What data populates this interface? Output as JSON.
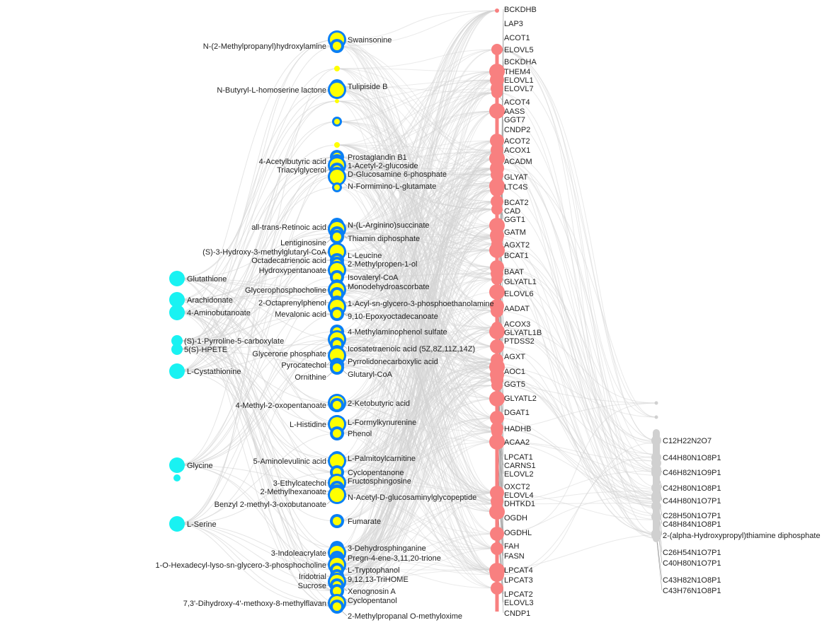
{
  "colors": {
    "left_node": "#19F2F2",
    "middle_ring": "#0A7FF5",
    "middle_fill": "#FFFF00",
    "right_node": "#F88080",
    "far_right_node": "#D0D0D0",
    "edge": "#D3D3D3"
  },
  "left_nodes": [
    "Glutathione",
    "Arachidonate",
    "4-Aminobutanoate",
    "(S)-1-Pyrroline-5-carboxylate",
    "5(S)-HPETE",
    "L-Cystathionine",
    "Glycine",
    "L-Serine"
  ],
  "middle_nodes": [
    "Swainsonine",
    "N-(2-Methylpropanyl)hydroxylamine",
    "Tulipiside B",
    "N-Butyryl-L-homoserine lactone",
    "Prostaglandin B1",
    "4-Acetylbutyric acid",
    "1-Acetyl-2-glucoside",
    "Triacylglycerol",
    "D-Glucosamine 6-phosphate",
    "N-Formimino-L-glutamate",
    "N-(L-Arginino)succinate",
    "all-trans-Retinoic acid",
    "Thiamin diphosphate",
    "Lentiginosine",
    "L-Leucine",
    "(S)-3-Hydroxy-3-methylglutaryl-CoA",
    "Octadecatrienoic acid",
    "2-Methylpropen-1-ol",
    "Hydroxypentanoate",
    "Isovaleryl-CoA",
    "Monodehydroascorbate",
    "Glycerophosphocholine",
    "1-Acyl-sn-glycero-3-phosphoethanolamine",
    "2-Octaprenylphenol",
    "9,10-Epoxyoctadecanoate",
    "Mevalonic acid",
    "4-Methylaminophenol sulfate",
    "Icosatetraenoic acid (5Z,8Z,11Z,14Z)",
    "Glycerone phosphate",
    "Pyrrolidonecarboxylic acid",
    "Pyrocatechol",
    "Glutaryl-CoA",
    "Ornithine",
    "2-Ketobutyric acid",
    "4-Methyl-2-oxopentanoate",
    "L-Formylkynurenine",
    "L-Histidine",
    "Phenol",
    "L-Palmitoylcarnitine",
    "5-Aminolevulinic acid",
    "Cyclopentanone",
    "Fructosphingosine",
    "3-Ethylcatechol",
    "N-Acetyl-D-glucosaminylglycopeptide",
    "2-Methylhexanoate",
    "Benzyl 2-methyl-3-oxobutanoate",
    "Fumarate",
    "3-Dehydrosphinganine",
    "3-Indoleacrylate",
    "Pregn-4-ene-3,11,20-trione",
    "L-Tryptophanol",
    "1-O-Hexadecyl-lyso-sn-glycero-3-phosphocholine",
    "9,12,13-TriHOME",
    "Iridotrial",
    "Xenognosin A",
    "Sucrose",
    "Cyclopentanol",
    "7,3'-Dihydroxy-4'-methoxy-8-methylflavan",
    "2-Methylpropanal O-methyloxime"
  ],
  "right_nodes": [
    "ELOVL5",
    "THEM4",
    "ELOVL1",
    "ELOVL7",
    "ACOT4",
    "AASS",
    "ACOT2",
    "ACOX1",
    "ACADM",
    "GLYAT",
    "LTC4S",
    "BCAT2",
    "GGT1",
    "GATM",
    "AGXT2",
    "CAD",
    "BCAT1",
    "BAAT",
    "GLYATL1",
    "ELOVL6",
    "AADAT",
    "ACOX3",
    "PTDSS2",
    "AGXT",
    "AOC1",
    "GGT5",
    "GLYATL2",
    "DGAT1",
    "HADHB",
    "ACAA2",
    "LPCAT1",
    "GLYATL1B",
    "ELOVL2",
    "OXCT2",
    "DHTKD1",
    "OGDH",
    "OGDHL",
    "FAH",
    "FASN",
    "CARNS1",
    "LPCAT4",
    "LPCAT3",
    "LPCAT2",
    "ELOVL3",
    "ELOVL4",
    "CNDP1",
    "CNDP2",
    "BCKDHA",
    "GGT7",
    "ACOT1",
    "LAP3",
    "BCKDHB"
  ],
  "far_right_nodes": [
    "C12H22N2O7",
    "C44H80N1O8P1",
    "C46H82N1O9P1",
    "C42H80N1O8P1",
    "C44H80N1O7P1",
    "C28H50N1O7P1",
    "C48H84N1O8P1",
    "2-(alpha-Hydroxypropyl)thiamine diphosphate",
    "C26H54N1O7P1",
    "C40H80N1O7P1",
    "C43H82N1O8P1",
    "C43H76N1O8P1"
  ]
}
